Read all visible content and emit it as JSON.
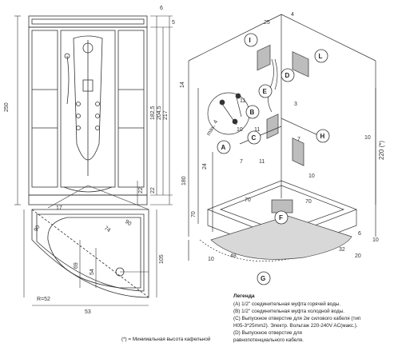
{
  "front_view": {
    "height_total": "250",
    "top_offsets": [
      "6",
      "5"
    ],
    "heights": [
      "182,5",
      "204,5",
      "217",
      "22",
      "22"
    ]
  },
  "plan_view": {
    "dims": [
      "17",
      "90",
      "74",
      "90",
      "105",
      "69",
      "54",
      "53"
    ],
    "radius_label": "R=52"
  },
  "iso_view": {
    "dims_top": [
      "25",
      "4"
    ],
    "dim_left": "14",
    "dim_height": "220 (*)",
    "dims_mid": [
      "11",
      "11",
      "7",
      "3",
      "11",
      "24",
      "10",
      "10",
      "10",
      "7",
      "max. 4"
    ],
    "dims_base": [
      "180",
      "70",
      "70",
      "70",
      "48",
      "10",
      "32",
      "20",
      "10",
      "6"
    ],
    "callouts": [
      "I",
      "L",
      "D",
      "E",
      "B",
      "A",
      "C",
      "H",
      "F",
      "G"
    ]
  },
  "legend": {
    "title": "Легенда",
    "lines": [
      "(A)  1/2\" соединительная муфта горячей воды.",
      "(B)  1/2\" соединительная муфта холодной воды.",
      "(C)  Выпускное отверстие для 2м силового кабеля (тип",
      "       H05-3*25mm2). Электр. Вольтаж 220-240V AC(макс.).",
      "(D)  Выпускное отверстие для",
      "       равнопотенциального кабеля."
    ],
    "footnote": "(*)  = Минимальная высота кафельной"
  }
}
